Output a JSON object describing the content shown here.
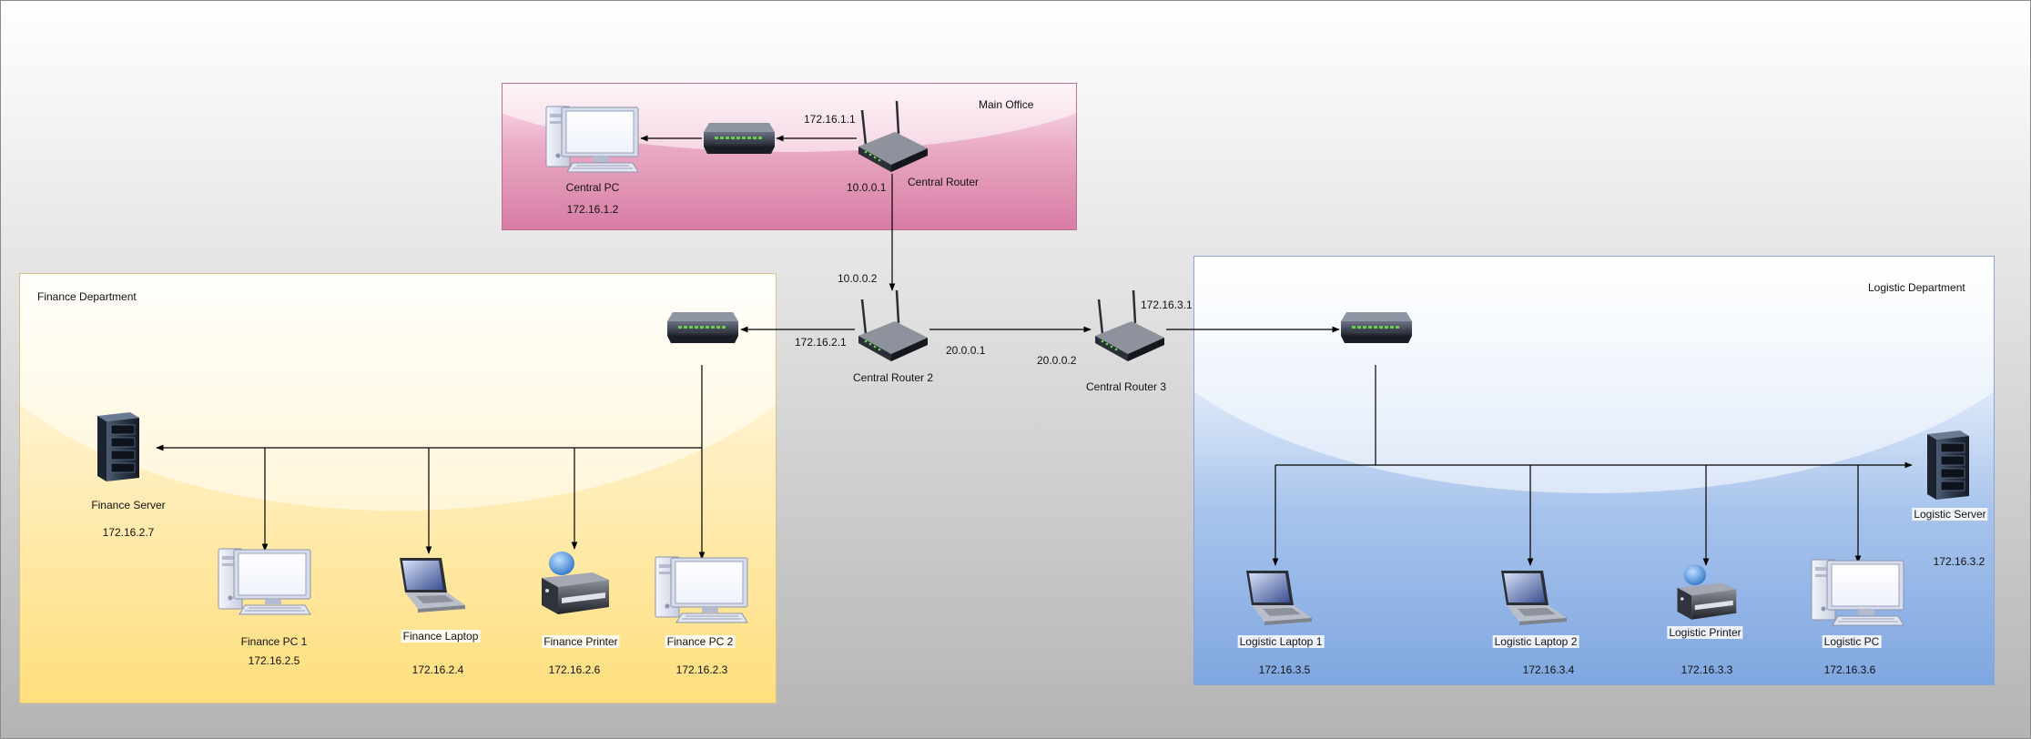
{
  "zones": {
    "main_office": "Main Office",
    "finance": "Finance Department",
    "logistic": "Logistic Department"
  },
  "devices": {
    "central_pc": {
      "name": "Central PC",
      "ip": "172.16.1.2"
    },
    "central_router": {
      "name": "Central Router",
      "ip_lan": "172.16.1.1",
      "ip_wan": "10.0.0.1"
    },
    "central_router_2": {
      "name": "Central Router 2",
      "ip_wan_in": "10.0.0.2",
      "ip_lan": "172.16.2.1",
      "ip_wan_out": "20.0.0.1"
    },
    "central_router_3": {
      "name": "Central Router 3",
      "ip_wan": "20.0.0.2",
      "ip_lan": "172.16.3.1"
    },
    "finance_server": {
      "name": "Finance Server",
      "ip": "172.16.2.7"
    },
    "finance_pc_1": {
      "name": "Finance PC 1",
      "ip": "172.16.2.5"
    },
    "finance_laptop": {
      "name": "Finance Laptop",
      "ip": "172.16.2.4"
    },
    "finance_printer": {
      "name": "Finance Printer",
      "ip": "172.16.2.6"
    },
    "finance_pc_2": {
      "name": "Finance PC 2",
      "ip": "172.16.2.3"
    },
    "logistic_laptop_1": {
      "name": "Logistic Laptop 1",
      "ip": "172.16.3.5"
    },
    "logistic_laptop_2": {
      "name": "Logistic Laptop 2",
      "ip": "172.16.3.4"
    },
    "logistic_printer": {
      "name": "Logistic Printer",
      "ip": "172.16.3.3"
    },
    "logistic_pc": {
      "name": "Logistic PC",
      "ip": "172.16.3.6"
    },
    "logistic_server": {
      "name": "Logistic Server",
      "ip": "172.16.3.2"
    }
  },
  "icons": {
    "pc": "desktop-pc-icon",
    "laptop": "laptop-icon",
    "printer": "printer-icon",
    "server": "server-tower-icon",
    "router": "wireless-router-icon",
    "switch": "network-switch-icon"
  },
  "colors": {
    "main_office_zone": "#e9a9c3",
    "finance_zone": "#ffde7c",
    "logistic_zone": "#a7c3ec",
    "link": "#000000"
  }
}
